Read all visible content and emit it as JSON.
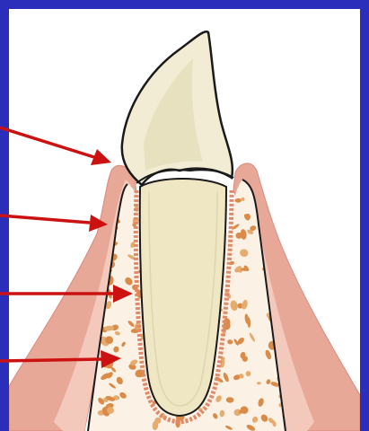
{
  "figure": {
    "subject": "tooth-periodontium-cross-section",
    "labels": [],
    "arrow_targets": [
      "gingival-margin",
      "free-gingiva",
      "periodontal-ligament",
      "alveolar-bone"
    ]
  },
  "colors": {
    "frame": "#2b2dbb",
    "background": "#ffffff",
    "gum": "#e8a898",
    "gum_light": "#f3c9bc",
    "gum_dark": "#d98a7c",
    "bone_base": "#fbf1e4",
    "bone_speck": "#d98b47",
    "bone_speck_light": "#e6ac6f",
    "crown": "#f1ecd3",
    "crown_shade": "#ddd5ad",
    "root": "#efe6c3",
    "ligament": "#e08a6a",
    "outline": "#1a1a1a",
    "arrow": "#cc1111"
  }
}
